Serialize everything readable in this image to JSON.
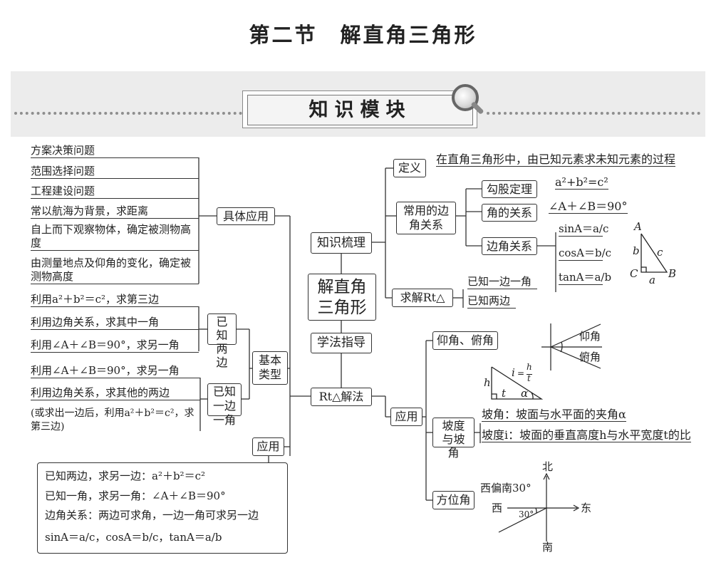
{
  "page": {
    "title": "第二节　解直角三角形",
    "module_label": "知识模块"
  },
  "icons": {
    "magnifier": "magnifier-icon"
  },
  "center": {
    "label": "解直角三角形"
  },
  "right": {
    "knowledge": {
      "label": "知识梳理",
      "definition": {
        "label": "定义",
        "text": "在直角三角形中，由已知元素求未知元素的过程"
      },
      "relations": {
        "label": "常用的边角关系",
        "pythagoras": {
          "label": "勾股定理",
          "formula": "a²+b²=c²"
        },
        "angles": {
          "label": "角的关系",
          "formula": "∠A＋∠B＝90°"
        },
        "sides": {
          "label": "边角关系",
          "sin": "sinA＝a/c",
          "cos": "cosA＝b/c",
          "tan": "tanA＝a/b"
        }
      },
      "solve": {
        "label": "求解Rt△",
        "cases": [
          "已知一边一角",
          "已知两边"
        ]
      },
      "triangle": {
        "A": "A",
        "B": "B",
        "C": "C",
        "a": "a",
        "b": "b",
        "c": "c"
      }
    },
    "method": {
      "label": "学法指导"
    },
    "rt_method": {
      "label": "Rt△解法"
    },
    "application": {
      "label": "应用",
      "elevation": {
        "label": "仰角、俯角",
        "up": "仰角",
        "down": "俯角"
      },
      "slope": {
        "label": "坡度与坡角",
        "angle_def": "坡角：坡面与水平面的夹角α",
        "ratio_def": "坡度i：坡面的垂直高度h与水平宽度t的比",
        "figure": {
          "i": "i",
          "h": "h",
          "t": "t",
          "alpha": "α"
        }
      },
      "direction": {
        "label": "方位角",
        "bearing": "西偏南30°",
        "north": "北",
        "south": "南",
        "east": "东",
        "west": "西",
        "angle": "30°"
      }
    }
  },
  "left": {
    "concrete": {
      "label": "具体应用",
      "items": [
        "方案决策问题",
        "范围选择问题",
        "工程建设问题",
        "常以航海为背景，求距离",
        "自上而下观察物体，确定被测物高度",
        "由测量地点及仰角的变化，确定被测物高度"
      ]
    },
    "basic": {
      "label": "基本类型",
      "two_sides": {
        "label": "已知两边",
        "items": [
          "利用a²＋b²＝c²，求第三边",
          "利用边角关系，求其中一角",
          "利用∠A＋∠B＝90°，求另一角"
        ]
      },
      "side_angle": {
        "label": "已知一边一角",
        "items": [
          "利用∠A＋∠B＝90°，求另一角",
          "利用边角关系，求其他的两边",
          "(或求出一边后，利用a²＋b²＝c²，求第三边)"
        ]
      }
    },
    "app": {
      "label": "应用",
      "lines": [
        "已知两边，求另一边：a²＋b²＝c²",
        "已知一角，求另一角：∠A＋∠B＝90°",
        "边角关系：两边可求角，一边一角可求另一边",
        "sinA＝a/c，cosA＝b/c，tanA＝a/b"
      ]
    }
  }
}
